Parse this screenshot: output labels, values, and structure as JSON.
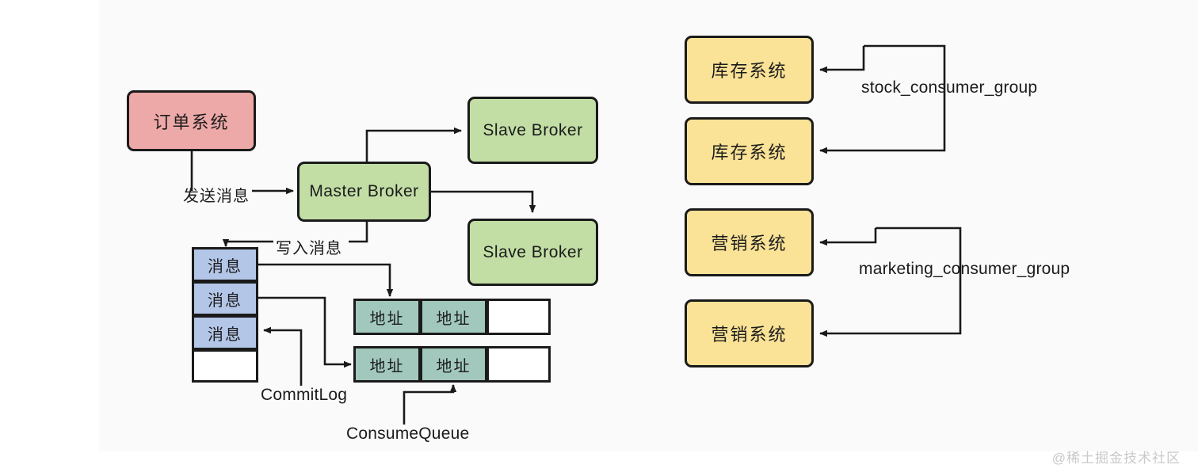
{
  "diagram": {
    "title_watermark": "@稀土掘金技术社区",
    "colors": {
      "pink": "#eda9a7",
      "green": "#c2dea5",
      "yellow": "#fae296",
      "blue": "#b3c6e8",
      "teal": "#a2c8bd",
      "white": "#ffffff",
      "stroke": "#1a1a1a",
      "background": "#ffffff",
      "panel": "#fafafa",
      "watermark_text": "#c9c9c9"
    },
    "nodes": {
      "order_system": "订单系统",
      "master_broker": "Master Broker",
      "slave_broker_top": "Slave Broker",
      "slave_broker_bottom": "Slave Broker",
      "stock_system_1": "库存系统",
      "stock_system_2": "库存系统",
      "marketing_system_1": "营销系统",
      "marketing_system_2": "营销系统"
    },
    "commitlog": {
      "label": "CommitLog",
      "cells": [
        {
          "text": "消息",
          "filled": true
        },
        {
          "text": "消息",
          "filled": true
        },
        {
          "text": "消息",
          "filled": true
        },
        {
          "text": "",
          "filled": false
        }
      ]
    },
    "consume_queues": {
      "label": "ConsumeQueue",
      "queues": [
        {
          "cells": [
            {
              "text": "地址",
              "filled": true
            },
            {
              "text": "地址",
              "filled": true
            },
            {
              "text": "",
              "filled": false
            }
          ]
        },
        {
          "cells": [
            {
              "text": "地址",
              "filled": true
            },
            {
              "text": "地址",
              "filled": true
            },
            {
              "text": "",
              "filled": false
            }
          ]
        }
      ]
    },
    "edge_labels": {
      "send_message": "发送消息",
      "write_message": "写入消息",
      "stock_consumer_group": "stock_consumer_group",
      "marketing_consumer_group": "marketing_consumer_group"
    }
  }
}
